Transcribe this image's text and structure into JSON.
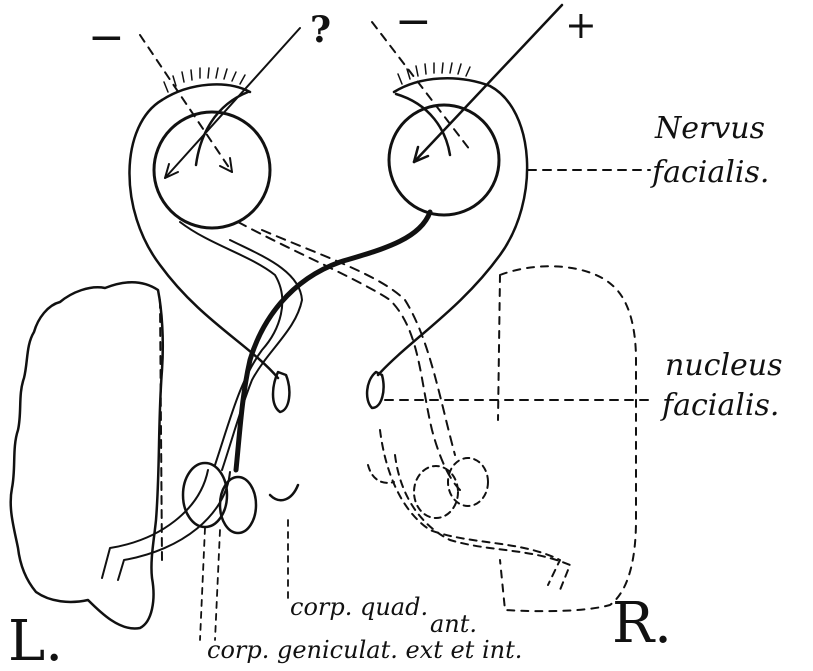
{
  "figure": {
    "ink_color": "#111111",
    "background": "#ffffff",
    "signs": {
      "left_minus": "−",
      "question": "?",
      "right_minus": "−",
      "plus": "+"
    },
    "labels": {
      "nervus": "Nervus",
      "facialis_1": "facialis.",
      "nucleus": "nucleus",
      "facialis_2": "facialis.",
      "corp_quad": "corp. quad.",
      "ant": "ant.",
      "corp_geniculat": "corp. geniculat. ext et int.",
      "left_side": "L.",
      "right_side": "R."
    }
  }
}
